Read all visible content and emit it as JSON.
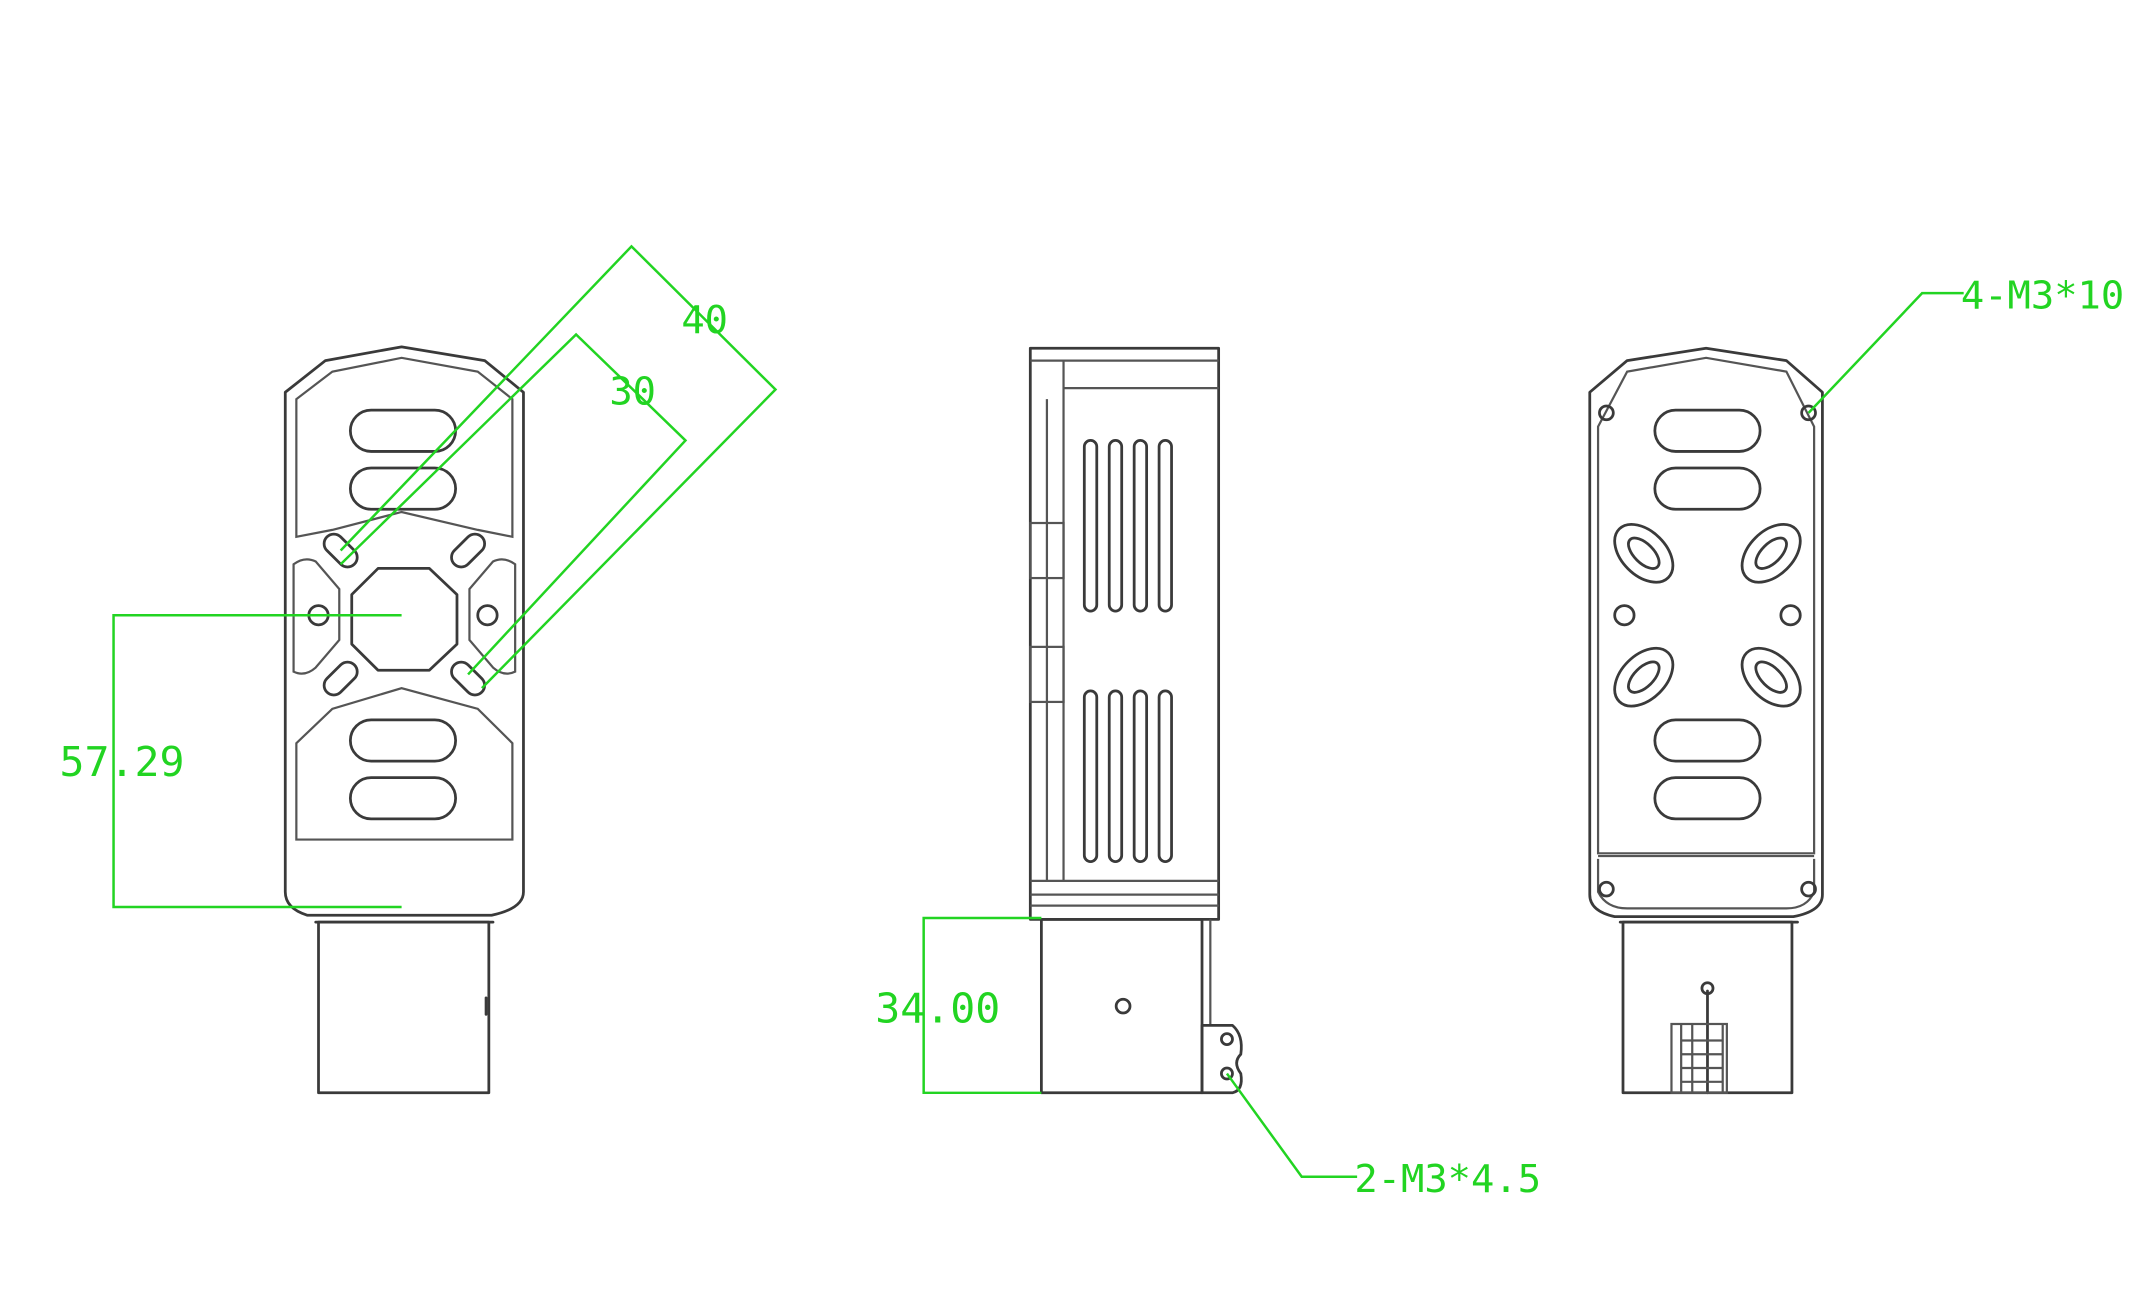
{
  "drawing": {
    "colors": {
      "part_lines": "#3a3a3a",
      "dimension_lines": "#22d422",
      "background": "#ffffff"
    },
    "dimensions": {
      "diag_outer": "40",
      "diag_inner": "30",
      "vertical_left": "57.29",
      "vertical_mid": "34.00"
    },
    "callouts": {
      "top_right_holes": "4-M3*10",
      "bottom_mid_holes": "2-M3*4.5"
    }
  }
}
